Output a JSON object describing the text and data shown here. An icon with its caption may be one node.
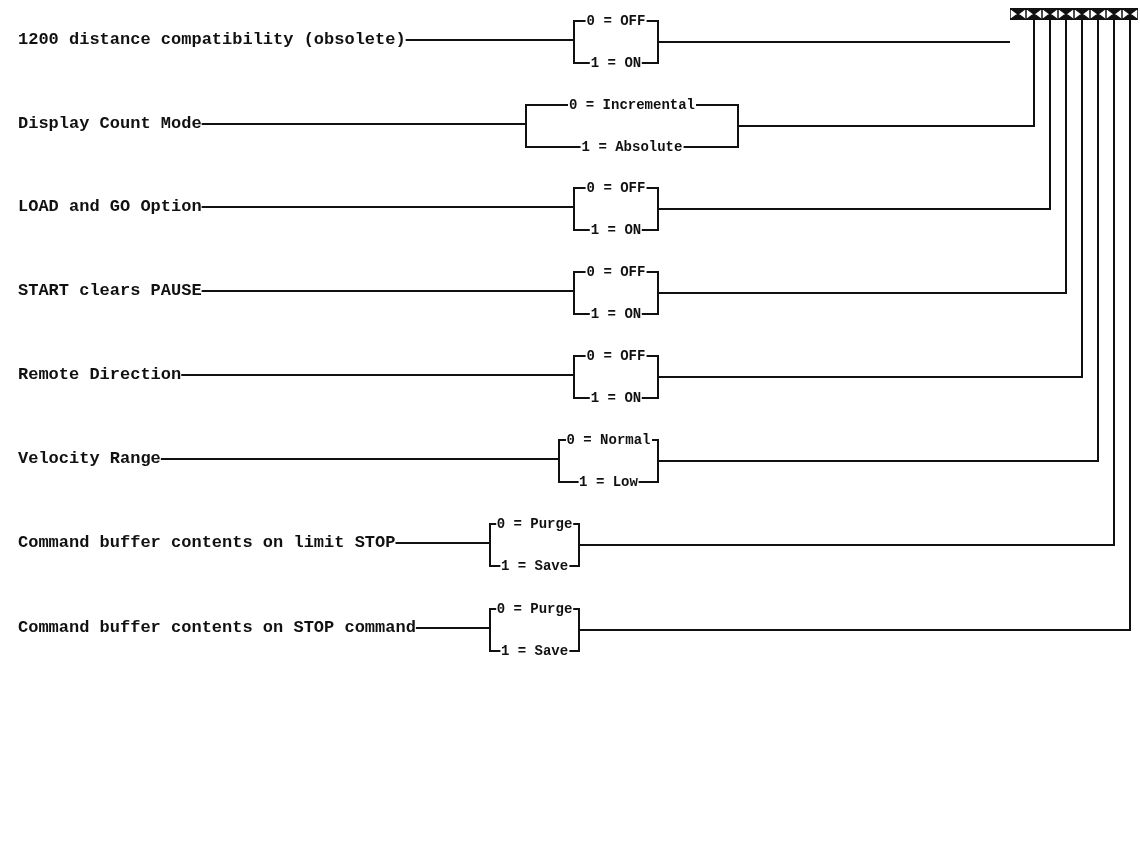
{
  "diagram": {
    "nodes": [
      {
        "text": [
          "1200 distance compatibility (obsolete)"
        ]
      },
      {
        "text": [
          "0 = OFF",
          "1 = ON"
        ]
      },
      {
        "text": [
          "Display Count Mode"
        ]
      },
      {
        "text": [
          "0 = Incremental",
          "1 = Absolute"
        ]
      },
      {
        "text": [
          "LOAD and GO Option"
        ]
      },
      {
        "text": [
          "0 = OFF",
          "1 = ON"
        ]
      },
      {
        "text": [
          "START clears PAUSE"
        ]
      },
      {
        "text": [
          "0 = OFF",
          "1 = ON"
        ]
      },
      {
        "text": [
          "Remote Direction"
        ]
      },
      {
        "text": [
          "0 = OFF",
          "1 = ON"
        ]
      },
      {
        "text": [
          "Velocity Range"
        ]
      },
      {
        "text": [
          "0 = Normal",
          "1 = Low"
        ]
      },
      {
        "text": [
          "Command buffer contents on limit STOP"
        ]
      },
      {
        "text": [
          "0 = Purge",
          "1 = Save"
        ]
      },
      {
        "text": [
          "Command buffer contents on STOP command"
        ]
      },
      {
        "text": [
          "0 = Purge",
          "1 = Save"
        ]
      },
      {
        "text": [],
        "shape": "box"
      },
      {
        "text": [],
        "shape": "box"
      },
      {
        "text": [],
        "shape": "box"
      },
      {
        "text": [],
        "shape": "box"
      },
      {
        "text": [],
        "shape": "box"
      },
      {
        "text": [],
        "shape": "box"
      },
      {
        "text": [],
        "shape": "box"
      },
      {
        "text": [],
        "shape": "box"
      }
    ],
    "edges": [
      {
        "from": 0,
        "to": 1,
        "arrow": "none"
      },
      {
        "from": 1,
        "to": 16,
        "arrow": "none"
      },
      {
        "from": 2,
        "to": 3,
        "arrow": "none"
      },
      {
        "from": 3,
        "to": 17,
        "arrow": "none"
      },
      {
        "from": 4,
        "to": 5,
        "arrow": "none"
      },
      {
        "from": 5,
        "to": 18,
        "arrow": "none"
      },
      {
        "from": 6,
        "to": 7,
        "arrow": "none"
      },
      {
        "from": 7,
        "to": 19,
        "arrow": "none"
      },
      {
        "from": 8,
        "to": 9,
        "arrow": "none"
      },
      {
        "from": 9,
        "to": 20,
        "arrow": "none"
      },
      {
        "from": 10,
        "to": 11,
        "arrow": "none"
      },
      {
        "from": 11,
        "to": 21,
        "arrow": "none"
      },
      {
        "from": 12,
        "to": 13,
        "arrow": "none"
      },
      {
        "from": 13,
        "to": 22,
        "arrow": "none"
      },
      {
        "from": 14,
        "to": 15,
        "arrow": "none"
      },
      {
        "from": 15,
        "to": 23,
        "arrow": "none"
      }
    ]
  }
}
